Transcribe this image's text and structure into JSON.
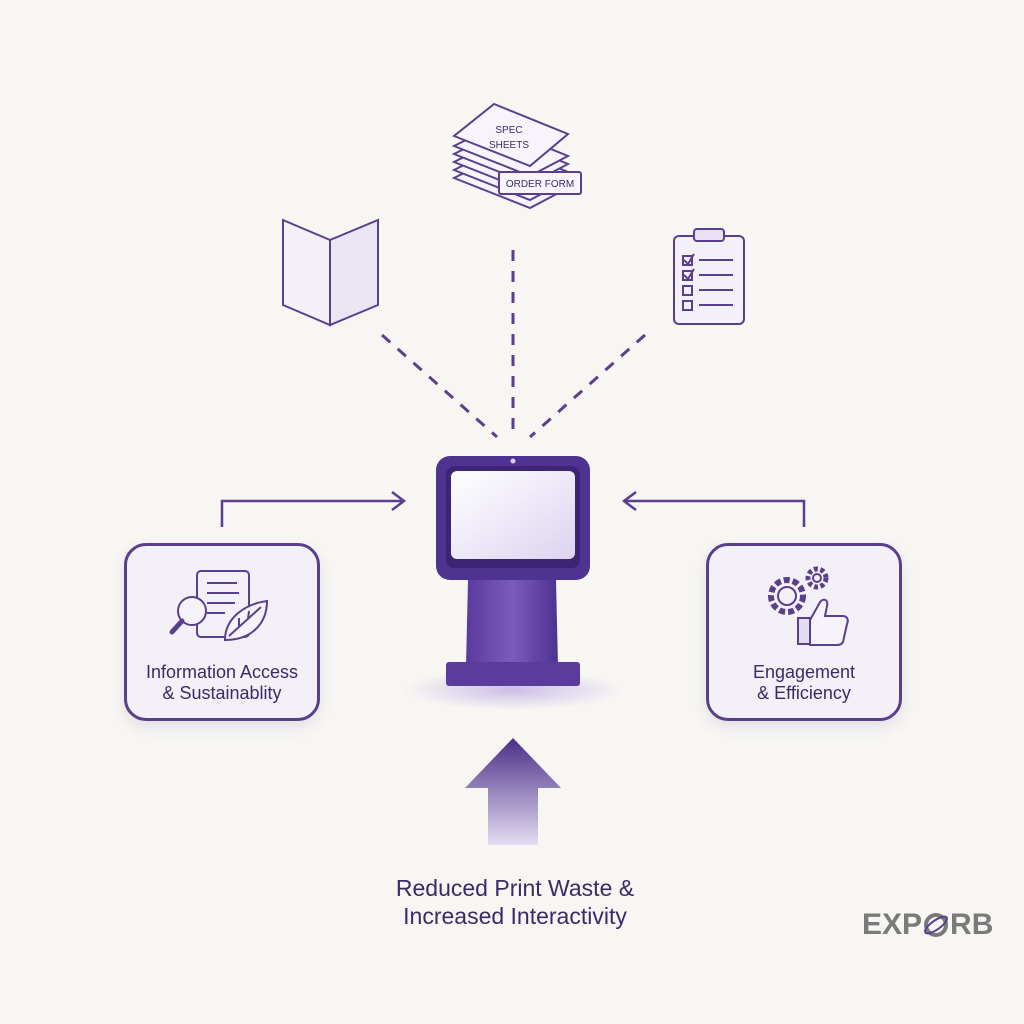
{
  "documents": {
    "stack_label_line1": "SPEC",
    "stack_label_line2": "SHEETS",
    "order_form_label": "ORDER FORM"
  },
  "cards": {
    "left": {
      "line1": "Information Access",
      "line2": "& Sustainablity"
    },
    "right": {
      "line1": "Engagement",
      "line2": "& Efficiency"
    }
  },
  "caption": {
    "line1": "Reduced Print Waste &",
    "line2": "Increased Interactivity"
  },
  "brand": {
    "part1": "EXP",
    "part2": "RB"
  },
  "colors": {
    "primary": "#5a3f8e",
    "dark_text": "#3b2a66",
    "light_fill": "#f0ecf7",
    "background": "#f7f6f3",
    "brand_gray": "#7a7a7a"
  },
  "icons": {
    "top_left": "open-brochure-icon",
    "top_center": "document-stack-icon",
    "top_right": "checklist-clipboard-icon",
    "center": "kiosk-terminal-icon",
    "left_card": "document-search-leaf-icon",
    "right_card": "gears-thumbs-up-icon",
    "bottom": "up-arrow-icon"
  }
}
